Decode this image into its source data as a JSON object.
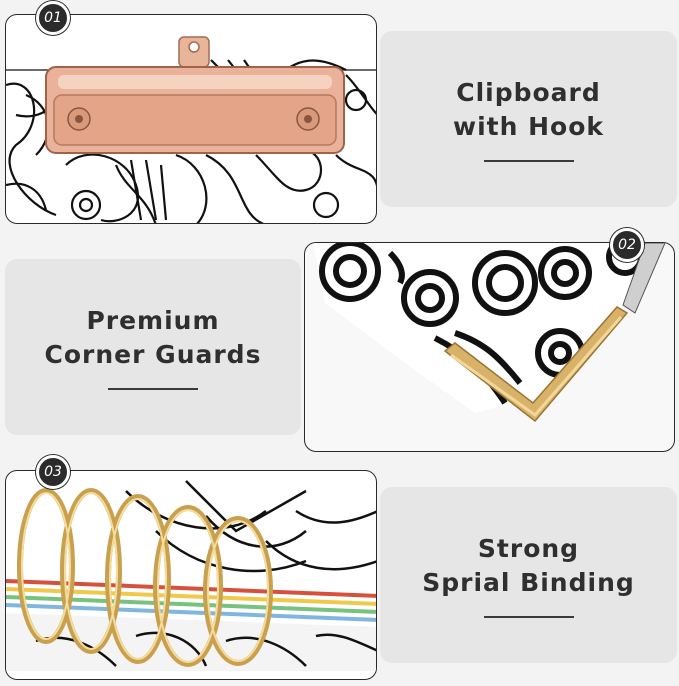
{
  "features": [
    {
      "number": "01",
      "title": "Clipboard\nwith Hook"
    },
    {
      "number": "02",
      "title": "Premium\nCorner Guards"
    },
    {
      "number": "03",
      "title": "Strong\nSprial Binding"
    }
  ],
  "colors": {
    "background": "#f3f3f3",
    "text_panel": "#e6e6e6",
    "badge": "#2b2b2b",
    "rose_gold": "#e8a98c",
    "gold": "#d8b46a"
  }
}
